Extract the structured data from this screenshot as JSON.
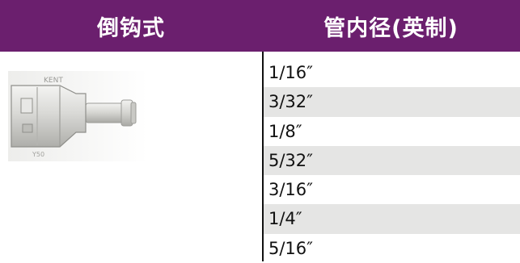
{
  "colors": {
    "header_bg": "#6b1f6e",
    "header_text": "#ffffff",
    "stripe_bg": "#e5e5e4",
    "divider": "#111111"
  },
  "header": {
    "left_label": "倒钩式",
    "right_label": "管内径(英制)"
  },
  "product_image": {
    "icon": "barb-fitting-icon",
    "embossed_text_top": "KENT",
    "embossed_text_bottom": "Y50"
  },
  "sizes": [
    {
      "label": "1/16″",
      "shaded": false
    },
    {
      "label": "3/32″",
      "shaded": true
    },
    {
      "label": "1/8″",
      "shaded": false
    },
    {
      "label": "5/32″",
      "shaded": true
    },
    {
      "label": "3/16″",
      "shaded": false
    },
    {
      "label": "1/4″",
      "shaded": true
    },
    {
      "label": "5/16″",
      "shaded": false
    }
  ]
}
